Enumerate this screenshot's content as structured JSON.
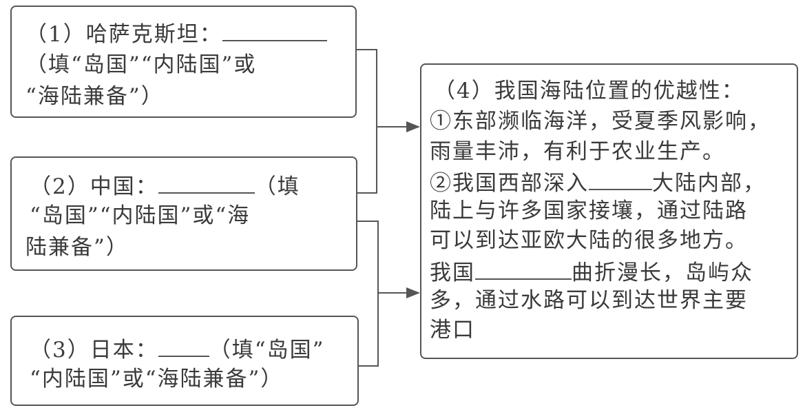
{
  "box1": {
    "line1_prefix": "（1）哈萨克斯坦：",
    "line2": "（填“岛国”“内陆国”或",
    "line3": "“海陆兼备”）"
  },
  "box2": {
    "line1_prefix": "（2）中国：",
    "line1_suffix": "（填",
    "line2": "“岛国”“内陆国”或“海",
    "line3": "陆兼备”）"
  },
  "box3": {
    "line1_prefix": "（3）日本：",
    "line1_suffix": "（填“岛国”",
    "line2": "“内陆国”或“海陆兼备”）"
  },
  "box4": {
    "title": "（4）我国海陆位置的优越性：",
    "line1": "①东部濒临海洋，受夏季风影响，",
    "line2": "雨量丰沛，有利于农业生产。",
    "line3_prefix": "②我国西部深入",
    "line3_suffix": "大陆内部，",
    "line4": "陆上与许多国家接壤，通过陆路",
    "line5": "可以到达亚欧大陆的很多地方。",
    "line6_prefix": "我国",
    "line6_suffix": "曲折漫长，岛屿众",
    "line7": "多，通过水路可以到达世界主要",
    "line8": "港口"
  }
}
